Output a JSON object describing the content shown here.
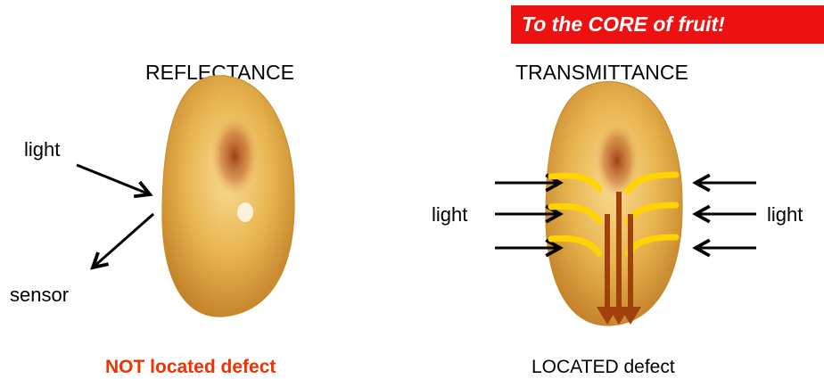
{
  "banner": {
    "text": "To the CORE of fruit!",
    "color": "#ee1111"
  },
  "left_panel": {
    "title": "REFLECTANCE",
    "light_label": "light",
    "sensor_label": "sensor",
    "caption": "NOT located defect",
    "caption_color": "#ee3300"
  },
  "right_panel": {
    "title": "TRANSMITTANCE",
    "light_left_label": "light",
    "light_right_label": "light",
    "caption": "LOCATED defect"
  },
  "colors": {
    "fruit_edge": "#c98a2a",
    "fruit_body": "#e6b04e",
    "fruit_center": "#f7d58a",
    "defect": "#b04a1c",
    "scatter_arrows": "#ffd400",
    "down_arrows": "#a0410c",
    "arrow": "#000000"
  }
}
